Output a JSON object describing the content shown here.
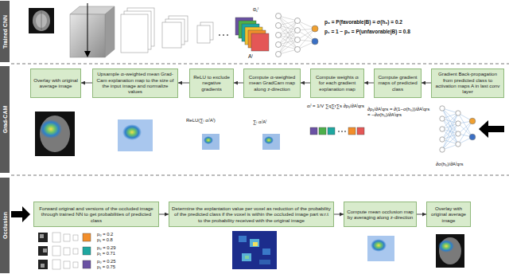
{
  "diagram": {
    "nodes": [
      {
        "text": [
          "Trained CNN"
        ]
      },
      {
        "text": [
          "Grad-CAM"
        ]
      },
      {
        "text": [
          "Overlay with original average image"
        ]
      },
      {
        "text": [
          "Upsample αₗ-weighted mean Grad-Cam explanation map to the size of the input image and normalize values"
        ]
      },
      {
        "text": [
          "ReLU to exclude negative gradients"
        ]
      },
      {
        "text": [
          "Compute αₗ-weighted mean GradCam map along z-direction"
        ]
      },
      {
        "text": [
          "Compute weights αₗ for each gradient explanation map"
        ]
      },
      {
        "text": [
          "Compute gradient maps of predicted class"
        ]
      },
      {
        "text": [
          "Gradient Back-propagation from predicted class to activation maps A in last conv layer"
        ]
      },
      {
        "text": [
          "Occlusion"
        ]
      },
      {
        "text": [
          "Forward original and versions of the occluded image through trained NN to get probabilities of predicted class"
        ]
      },
      {
        "text": [
          "Determine the explantation value per voxel as reduction of the probability of the predicted class if the voxel is within the occluded image part w.r.t to the probability received with the original image"
        ]
      },
      {
        "text": [
          "Compute mean occlusion map by averaging along z-direction"
        ]
      },
      {
        "text": [
          "Overlay with original average image"
        ]
      }
    ],
    "edges": [
      {
        "from": 8,
        "to": 7,
        "arrow": "to"
      },
      {
        "from": 7,
        "to": 6,
        "arrow": "to"
      },
      {
        "from": 6,
        "to": 5,
        "arrow": "to"
      },
      {
        "from": 5,
        "to": 4,
        "arrow": "to"
      },
      {
        "from": 4,
        "to": 3,
        "arrow": "to"
      },
      {
        "from": 3,
        "to": 2,
        "arrow": "to"
      },
      {
        "from": 10,
        "to": 11,
        "arrow": "to"
      },
      {
        "from": 11,
        "to": 12,
        "arrow": "to"
      },
      {
        "from": 12,
        "to": 13,
        "arrow": "to"
      }
    ],
    "labels": [
      "α₁ˡ",
      "Aˡ",
      "p₀ = P(favorable|B) = σ(h₀) = 0.2",
      "p₁ = 1 − p₀ = P(unfavorable|B) = 0.8",
      "ReLU(∑ₗ αₗˡAˡ)",
      "∑ₗ αₗˡAˡ",
      "αₗˡ = 1/V ∑q∑r∑s ∂p₁/∂Aˡqrs",
      "∂p₁/∂Aˡqrs = ∂(1−σ(h₀))/∂Aˡqrs = −∂σ(h₀)/∂Aˡqrs",
      "∂σ(h₀)/∂Aˡqrs",
      "p₀ = 0.2",
      "p₁ = 0.8",
      "p₀ = 0.29",
      "p₁ = 0.71",
      "p₀ = 0.25",
      "p₁ = 0.75"
    ]
  }
}
